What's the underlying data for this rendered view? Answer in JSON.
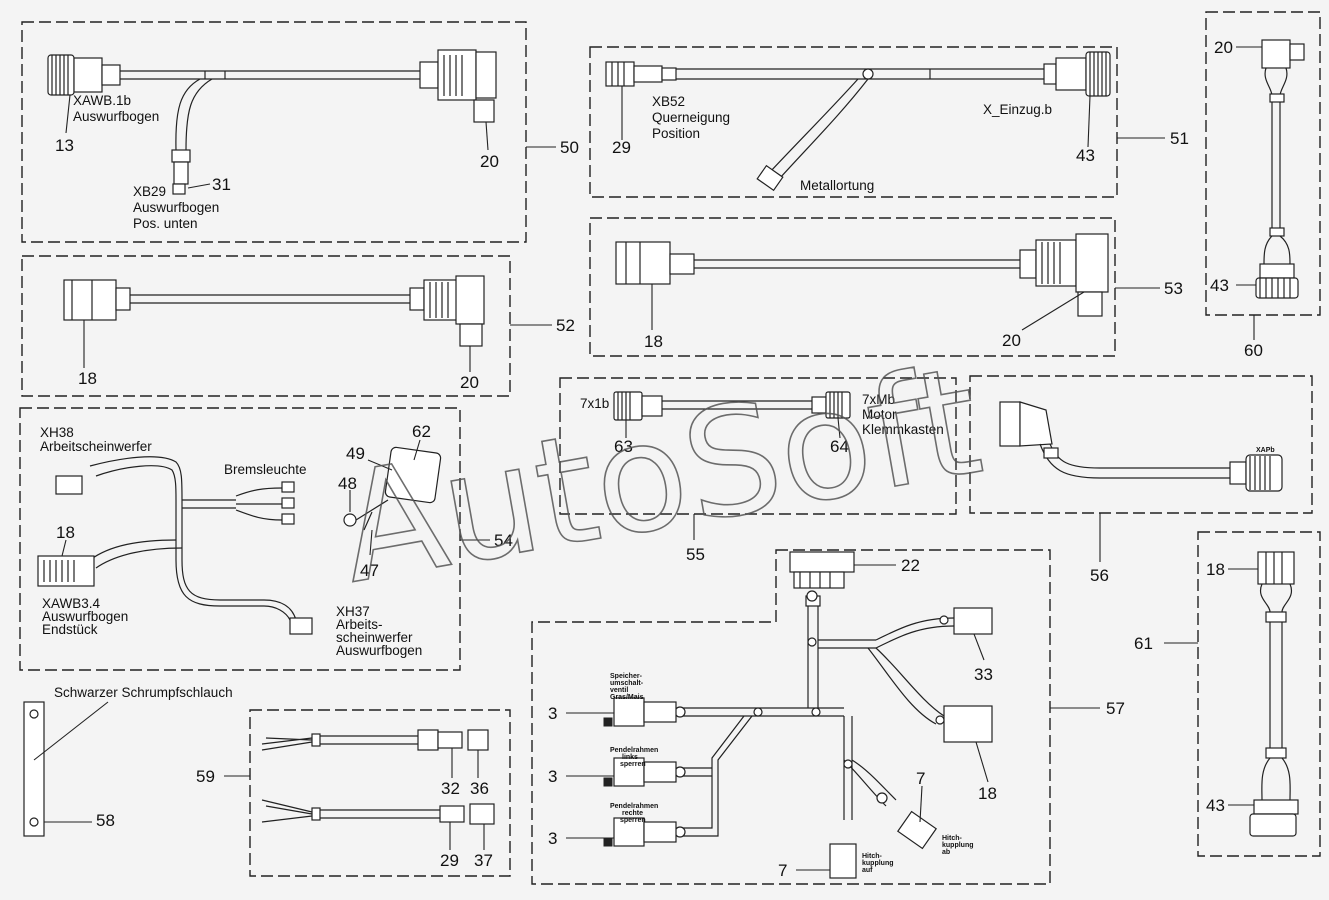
{
  "watermark": "AutoSoft",
  "groups": [
    "50",
    "51",
    "52",
    "53",
    "54",
    "55",
    "56",
    "57",
    "58",
    "59",
    "60",
    "61"
  ],
  "parts": {
    "p13": "13",
    "p20a": "20",
    "p31": "31",
    "p29a": "29",
    "p43a": "43",
    "p18a": "18",
    "p20b": "20",
    "p18b": "18",
    "p20c": "20",
    "p62": "62",
    "p49": "49",
    "p48": "48",
    "p47": "47",
    "p18c": "18",
    "p63": "63",
    "p64": "64",
    "p22": "22",
    "p33": "33",
    "p18d": "18",
    "p3a": "3",
    "p3b": "3",
    "p3c": "3",
    "p7a": "7",
    "p7b": "7",
    "p32": "32",
    "p36": "36",
    "p29b": "29",
    "p37": "37",
    "p20d": "20",
    "p43b": "43",
    "p18e": "18",
    "p43c": "43"
  },
  "labels": {
    "xawb1b": "XAWB.1b",
    "auswurfbogen": "Auswurfbogen",
    "xb29": "XB29",
    "xb29_l2": "Auswurfbogen",
    "xb29_l3": "Pos. unten",
    "xb52": "XB52",
    "querneigung": "Querneigung",
    "position": "Position",
    "x_einzug": "X_Einzug.b",
    "metallortung": "Metallortung",
    "xh38": "XH38",
    "arbeitsscheinwerfer": "Arbeitscheinwerfer",
    "bremsleuchte": "Bremsleuchte",
    "xawb34": "XAWB3.4",
    "xawb34_l2": "Auswurfbogen",
    "xawb34_l3": "Endstück",
    "xh37": "XH37",
    "xh37_l2": "Arbeits-",
    "xh37_l3": "scheinwerfer",
    "xh37_l4": "Auswurfbogen",
    "c7x1b": "7x1b",
    "c7xmb": "7xMb",
    "motor": "Motor",
    "klemmkasten": "Klemmkasten",
    "xapb": "XAPb",
    "schrumpf": "Schwarzer Schrumpfschlauch",
    "spk1": "Speicher-",
    "spk2": "umschalt-",
    "spk3": "ventil",
    "spk4": "Gras/Mais",
    "pl1": "Pendelrahmen",
    "pl2": "links",
    "pl3": "sperren",
    "pr1": "Pendelrahmen",
    "pr2": "rechte",
    "pr3": "sperren",
    "ha1": "Hitch-",
    "ha2": "kupplung",
    "ha3": "auf",
    "hb1": "Hitch-",
    "hb2": "kupplung",
    "hb3": "ab"
  }
}
